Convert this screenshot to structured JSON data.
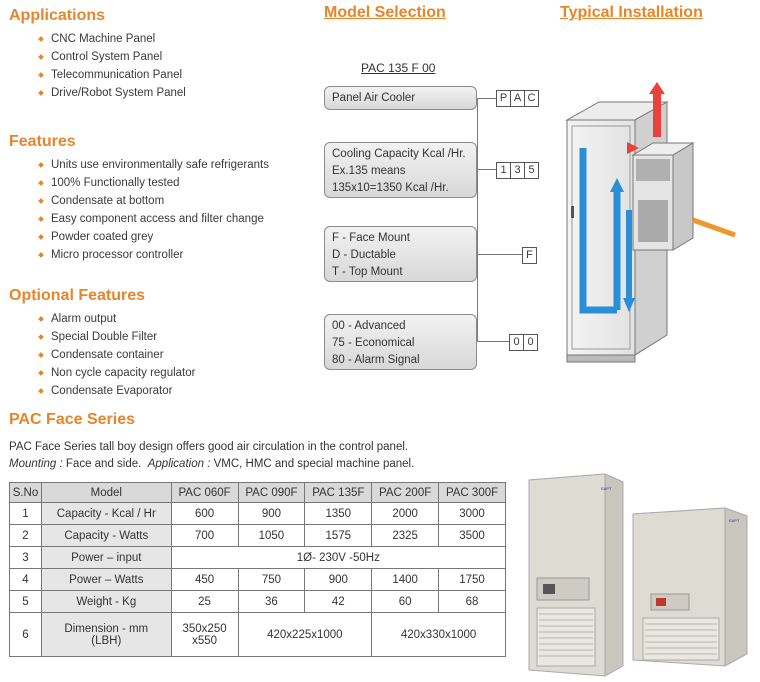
{
  "applications": {
    "title": "Applications",
    "items": [
      "CNC Machine Panel",
      "Control System Panel",
      "Telecommunication Panel",
      "Drive/Robot System Panel"
    ]
  },
  "features": {
    "title": "Features",
    "items": [
      "Units use environmentally safe refrigerants",
      "100% Functionally tested",
      "Condensate at bottom",
      "Easy component access and filter change",
      "Powder coated grey",
      "Micro processor controller"
    ]
  },
  "optional_features": {
    "title": "Optional Features",
    "items": [
      "Alarm output",
      "Special Double Filter",
      "Condensate container",
      "Non cycle capacity regulator",
      "Condensate Evaporator"
    ]
  },
  "model_selection": {
    "title": "Model Selection",
    "model_code": "PAC 135 F 00",
    "boxes": [
      {
        "lines": [
          "Panel Air Cooler"
        ],
        "code": [
          "P",
          "A",
          "C"
        ]
      },
      {
        "lines": [
          "Cooling Capacity Kcal /Hr.",
          "Ex.135 means",
          "135x10=1350 Kcal /Hr."
        ],
        "code": [
          "1",
          "3",
          "5"
        ]
      },
      {
        "lines": [
          "F  - Face Mount",
          "D - Ductable",
          "T - Top Mount"
        ],
        "code": [
          "F"
        ]
      },
      {
        "lines": [
          "00 - Advanced",
          "75 - Economical",
          "80 - Alarm Signal"
        ],
        "code": [
          "0",
          "0"
        ]
      }
    ]
  },
  "typical_installation": {
    "title": "Typical Installation"
  },
  "pac_face_series": {
    "title": "PAC Face Series",
    "description": "PAC Face Series tall boy design offers good air circulation in the control panel.",
    "mounting_label": "Mounting :",
    "mounting_value": " Face and side.  ",
    "application_label": "Application :",
    "application_value": " VMC, HMC and special machine panel."
  },
  "spec_table": {
    "headers": [
      "S.No",
      "Model",
      "PAC 060F",
      "PAC 090F",
      "PAC 135F",
      "PAC 200F",
      "PAC 300F"
    ],
    "rows": [
      {
        "sno": "1",
        "label": "Capacity - Kcal / Hr",
        "values": [
          "600",
          "900",
          "1350",
          "2000",
          "3000"
        ]
      },
      {
        "sno": "2",
        "label": "Capacity - Watts",
        "values": [
          "700",
          "1050",
          "1575",
          "2325",
          "3500"
        ]
      },
      {
        "sno": "3",
        "label": "Power – input",
        "merged": "1Ø- 230V  -50Hz"
      },
      {
        "sno": "4",
        "label": "Power – Watts",
        "values": [
          "450",
          "750",
          "900",
          "1400",
          "1750"
        ]
      },
      {
        "sno": "5",
        "label": "Weight - Kg",
        "values": [
          "25",
          "36",
          "42",
          "60",
          "68"
        ]
      },
      {
        "sno": "6",
        "label": [
          "Dimension - mm",
          "(LBH)"
        ],
        "dim": [
          "350x250",
          "x550"
        ],
        "dim2": "420x225x1000",
        "dim3": "420x330x1000"
      }
    ]
  },
  "product_labels": [
    "EAPT",
    "EAPT"
  ],
  "colors": {
    "accent": "#e8852a",
    "hot_air": "#e8423a",
    "cold_air": "#2a8fd4",
    "ambient_air": "#f0962a"
  }
}
